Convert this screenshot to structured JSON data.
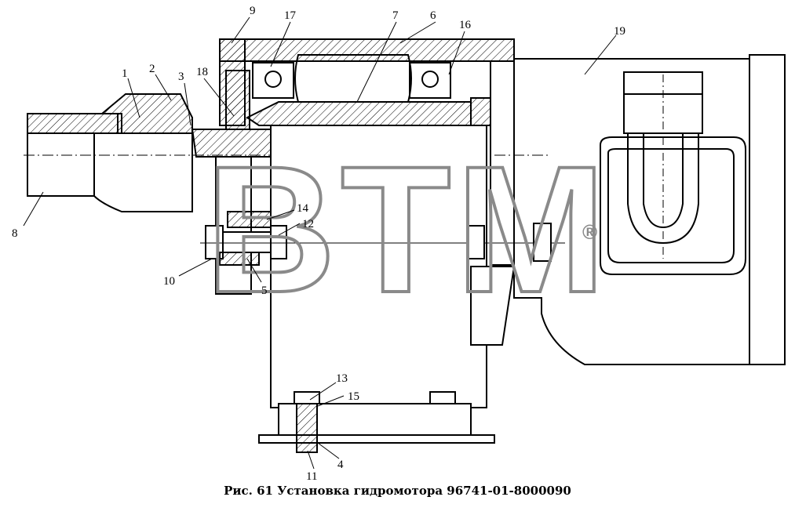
{
  "caption": "Рис. 61 Установка гидромотора 96741-01-8000090",
  "watermark": {
    "text": "BTM",
    "registered": "®",
    "color": "#8a8a8a"
  },
  "callouts": [
    {
      "id": "c1",
      "label": "1"
    },
    {
      "id": "c2",
      "label": "2"
    },
    {
      "id": "c3",
      "label": "3"
    },
    {
      "id": "c4",
      "label": "4"
    },
    {
      "id": "c5",
      "label": "5"
    },
    {
      "id": "c6",
      "label": "6"
    },
    {
      "id": "c7",
      "label": "7"
    },
    {
      "id": "c8",
      "label": "8"
    },
    {
      "id": "c9",
      "label": "9"
    },
    {
      "id": "c10",
      "label": "10"
    },
    {
      "id": "c11",
      "label": "11"
    },
    {
      "id": "c12",
      "label": "12"
    },
    {
      "id": "c13",
      "label": "13"
    },
    {
      "id": "c14",
      "label": "14"
    },
    {
      "id": "c15",
      "label": "15"
    },
    {
      "id": "c16",
      "label": "16"
    },
    {
      "id": "c17",
      "label": "17"
    },
    {
      "id": "c18",
      "label": "18"
    },
    {
      "id": "c19",
      "label": "19"
    }
  ]
}
